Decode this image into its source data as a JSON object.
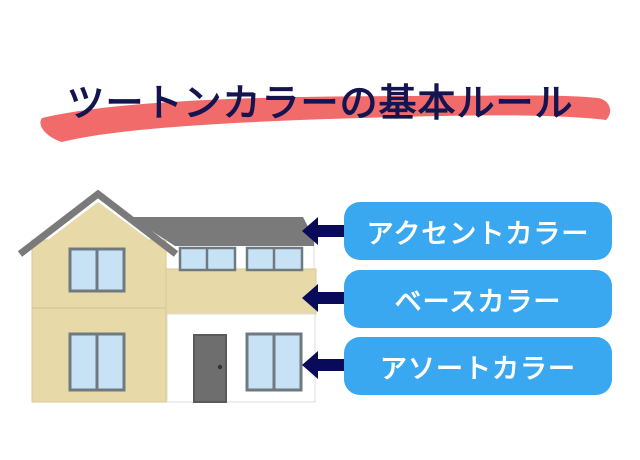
{
  "title": "ツートンカラーの基本ルール",
  "labels": [
    {
      "text": "アクセントカラー",
      "target": "roof"
    },
    {
      "text": "ベースカラー",
      "target": "wall-beige"
    },
    {
      "text": "アソートカラー",
      "target": "wall-white"
    }
  ],
  "colors": {
    "title_text": "#141450",
    "brush_stroke": "#f26b6b",
    "label_bg": "#3aa8f0",
    "label_text": "#ffffff",
    "arrow": "#0a0a5a",
    "roof": "#7a7a7a",
    "base_wall": "#e8d9a8",
    "assort_wall": "#ffffff",
    "window_glass": "#c8e2f5",
    "window_frame": "#6e7a80",
    "door": "#6e6e6e"
  }
}
